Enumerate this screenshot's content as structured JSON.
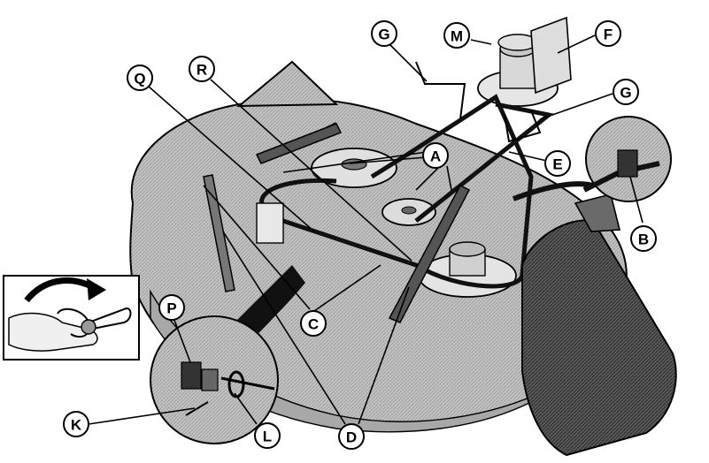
{
  "diagram": {
    "callouts": {
      "A": "A",
      "B": "B",
      "C": "C",
      "D": "D",
      "E": "E",
      "F": "F",
      "G1": "G",
      "G2": "G",
      "K": "K",
      "L": "L",
      "M": "M",
      "P": "P",
      "Q": "Q",
      "R": "R"
    }
  },
  "colors": {
    "deck": "#b9b9b9",
    "deck_shade": "#8f8f8f",
    "chute": "#4a4a4a",
    "belt": "#111111",
    "detail_bg": "#c8c8c8"
  }
}
